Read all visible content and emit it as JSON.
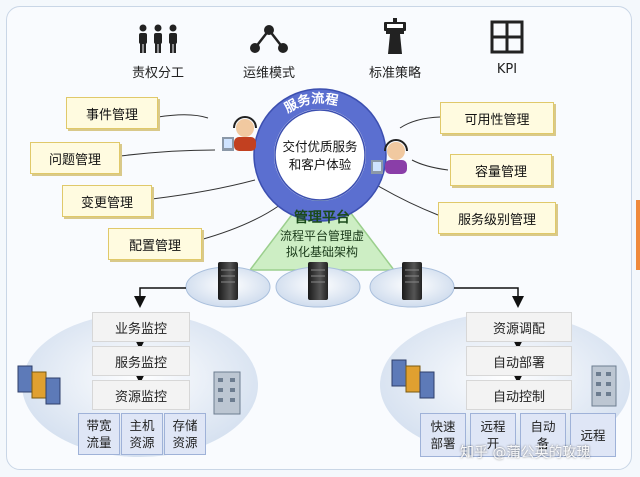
{
  "top_items": [
    {
      "label": "责权分工",
      "icon": "people-icon"
    },
    {
      "label": "运维模式",
      "icon": "network-nodes-icon"
    },
    {
      "label": "标准策略",
      "icon": "control-tower-icon"
    },
    {
      "label": "KPI",
      "icon": "grid-icon"
    }
  ],
  "left_boxes": [
    "事件管理",
    "问题管理",
    "变更管理",
    "配置管理"
  ],
  "right_boxes": [
    "可用性管理",
    "容量管理",
    "服务级别管理"
  ],
  "ring": {
    "arc_label": "服务流程",
    "center_line1": "交付优质服务",
    "center_line2": "和客户体验"
  },
  "platform": {
    "title": "管理平台",
    "line1": "流程平台管理虚",
    "line2": "拟化基础架构"
  },
  "left_stack": [
    "业务监控",
    "服务监控",
    "资源监控"
  ],
  "left_bottom": [
    {
      "line1": "带宽",
      "line2": "流量"
    },
    {
      "line1": "主机",
      "line2": "资源"
    },
    {
      "line1": "存储",
      "line2": "资源"
    }
  ],
  "right_stack": [
    "资源调配",
    "自动部署",
    "自动控制"
  ],
  "right_bottom": [
    {
      "line1": "快速",
      "line2": "部署"
    },
    {
      "line1": "远程",
      "line2": "开"
    },
    {
      "line1": "自动",
      "line2": "备"
    },
    {
      "line1": "远程",
      "line2": ""
    }
  ],
  "watermark": "知乎 @蒲公英的玫瑰",
  "colors": {
    "ring": "#5b6fd0",
    "ring_inner": "#ffffff",
    "platform": "#cdeec4",
    "yellow_box": "#fffbe0",
    "blue_box": "#dfe6f6",
    "cloud": "#e8eef7",
    "accent": "#f08a3c"
  }
}
